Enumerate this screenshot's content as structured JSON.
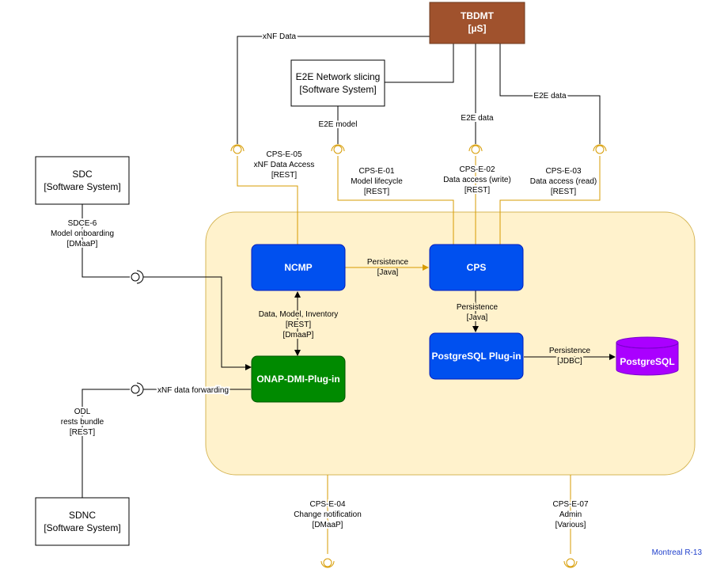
{
  "colors": {
    "tbdmt_fill": "#a0522d",
    "container_fill": "#fff2cc",
    "container_stroke": "#d6b656",
    "blue_fill": "#0050ef",
    "green_fill": "#008a00",
    "purple_fill": "#aa00ff",
    "gold_line": "#d79b00",
    "note_blue": "#1f3fcc"
  },
  "nodes": {
    "tbdmt": {
      "name": "TBDMT",
      "tech": "[µS]"
    },
    "e2e": {
      "name": "E2E Network slicing",
      "tech": "[Software System]"
    },
    "sdc": {
      "name": "SDC",
      "tech": "[Software System]"
    },
    "sdnc": {
      "name": "SDNC",
      "tech": "[Software System]"
    },
    "ncmp": {
      "name": "NCMP"
    },
    "cps": {
      "name": "CPS"
    },
    "dmi": {
      "name": "ONAP-DMI-Plug-in"
    },
    "pgplugin": {
      "name": "PostgreSQL Plug-in"
    },
    "postgres": {
      "name": "PostgreSQL"
    }
  },
  "edges": {
    "xnf_data": "xNF Data",
    "e2e_data_top": "E2E data",
    "e2e_data_mid": "E2E data",
    "e2e_model": "E2E model",
    "cps_e05": [
      "CPS-E-05",
      "xNF Data Access",
      "[REST]"
    ],
    "cps_e01": [
      "CPS-E-01",
      "Model lifecycle",
      "[REST]"
    ],
    "cps_e02": [
      "CPS-E-02",
      "Data access (write)",
      "[REST]"
    ],
    "cps_e03": [
      "CPS-E-03",
      "Data access (read)",
      "[REST]"
    ],
    "sdce6": [
      "SDCE-6",
      "Model onboarding",
      "[DMaaP]"
    ],
    "ncmp_cps": [
      "Persistence",
      "[Java]"
    ],
    "ncmp_dmi": [
      "Data, Model, Inventory",
      "[REST]",
      "[DmaaP]"
    ],
    "cps_pg": [
      "Persistence",
      "[Java]"
    ],
    "pg_db": [
      "Persistence",
      "[JDBC]"
    ],
    "xnf_forwarding": "xNF data forwarding",
    "odl": [
      "ODL",
      "rests bundle",
      "[REST]"
    ],
    "cps_e04": [
      "CPS-E-04",
      "Change notification",
      "[DMaaP]"
    ],
    "cps_e07": [
      "CPS-E-07",
      "Admin",
      "[Various]"
    ]
  },
  "note": "Montreal R-13"
}
